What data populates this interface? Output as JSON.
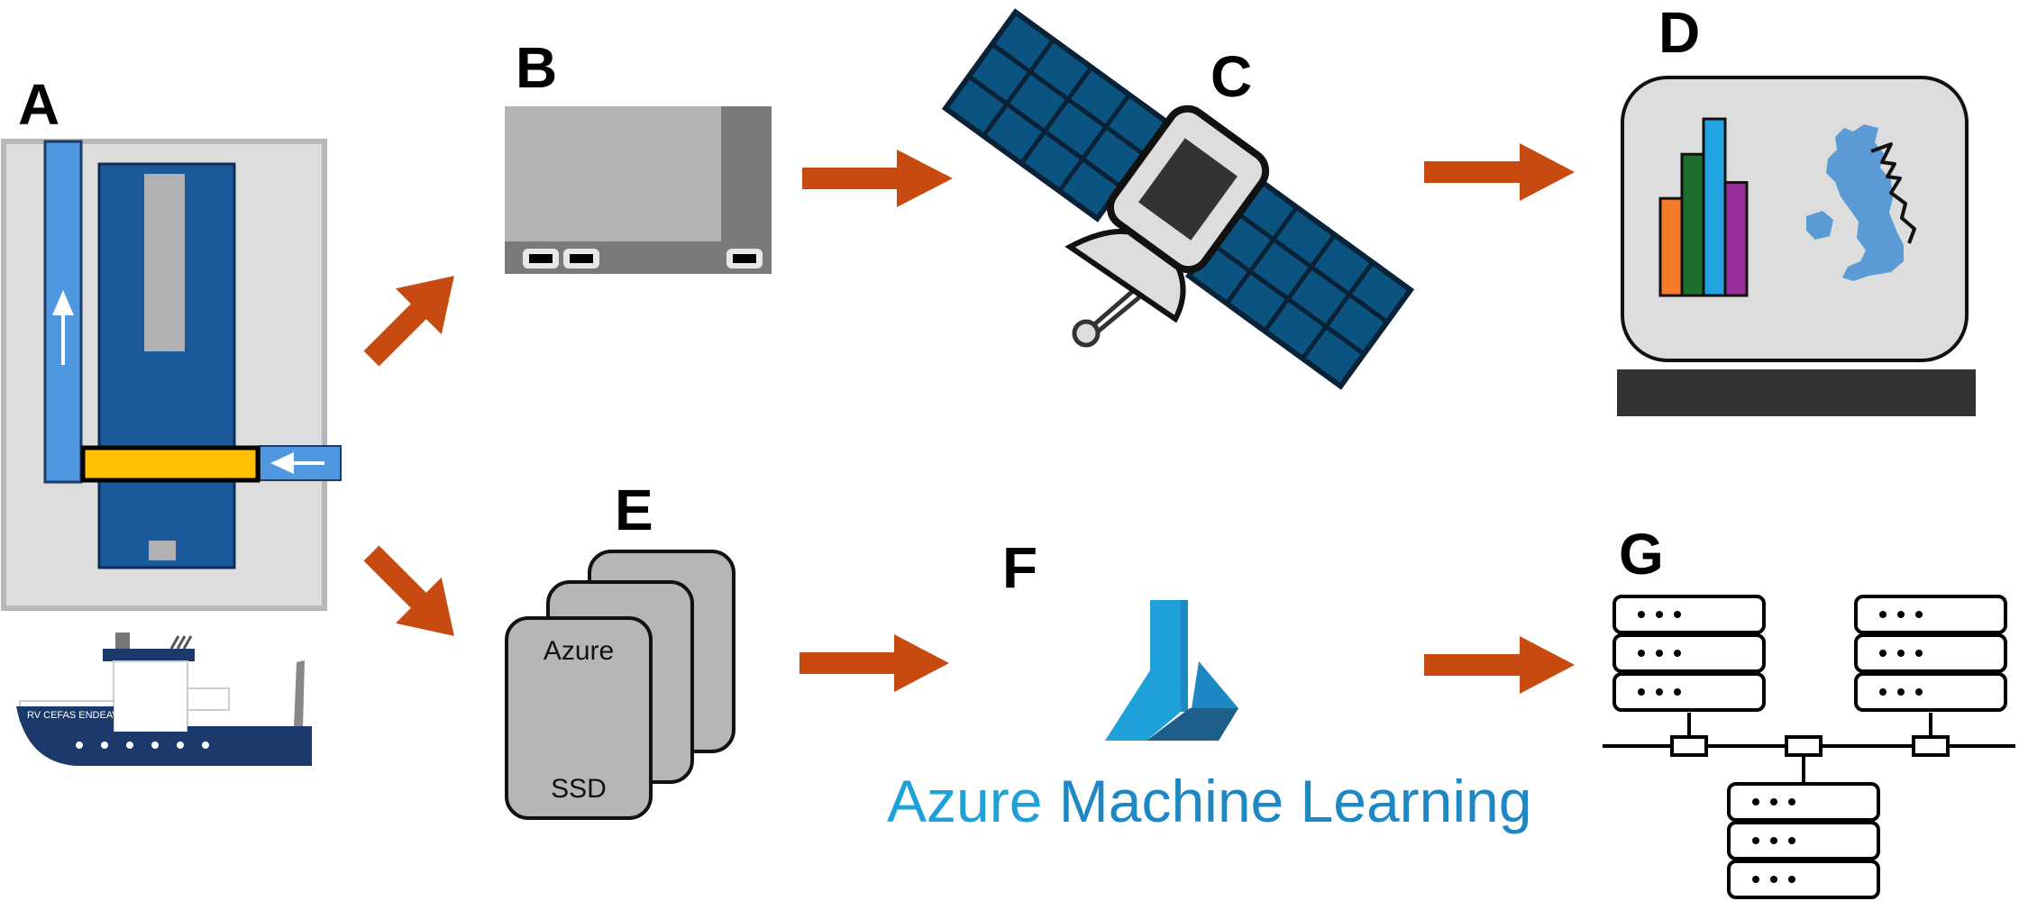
{
  "panels": {
    "a": {
      "letter": "A"
    },
    "b": {
      "letter": "B"
    },
    "c": {
      "letter": "C"
    },
    "d": {
      "letter": "D"
    },
    "e": {
      "letter": "E"
    },
    "f": {
      "letter": "F"
    },
    "g": {
      "letter": "G"
    }
  },
  "ship": {
    "name": "RV CEFAS ENDEAVOUR"
  },
  "ssd": {
    "top_label": "Azure",
    "bottom_label": "SSD"
  },
  "azure_ml": {
    "word_azure": "Azure",
    "word_rest": " Machine Learning"
  },
  "colors": {
    "arrow": "#c74b10",
    "instrument_blue": "#1b5a9a",
    "flow_blue": "#4f97e0",
    "sample_yellow": "#ffc000",
    "satellite_panel": "#0b5482",
    "panel_grey": "#dddddd",
    "dark": "#333333",
    "aml_light": "#1ea0d8",
    "aml_dark": "#1d5f8a"
  },
  "chart_icon": {
    "bar_colors": [
      "#f57a2a",
      "#1e6e2c",
      "#20a3e0",
      "#9a2f9c"
    ],
    "bar_levels": [
      0.55,
      0.8,
      1.0,
      0.64
    ]
  }
}
